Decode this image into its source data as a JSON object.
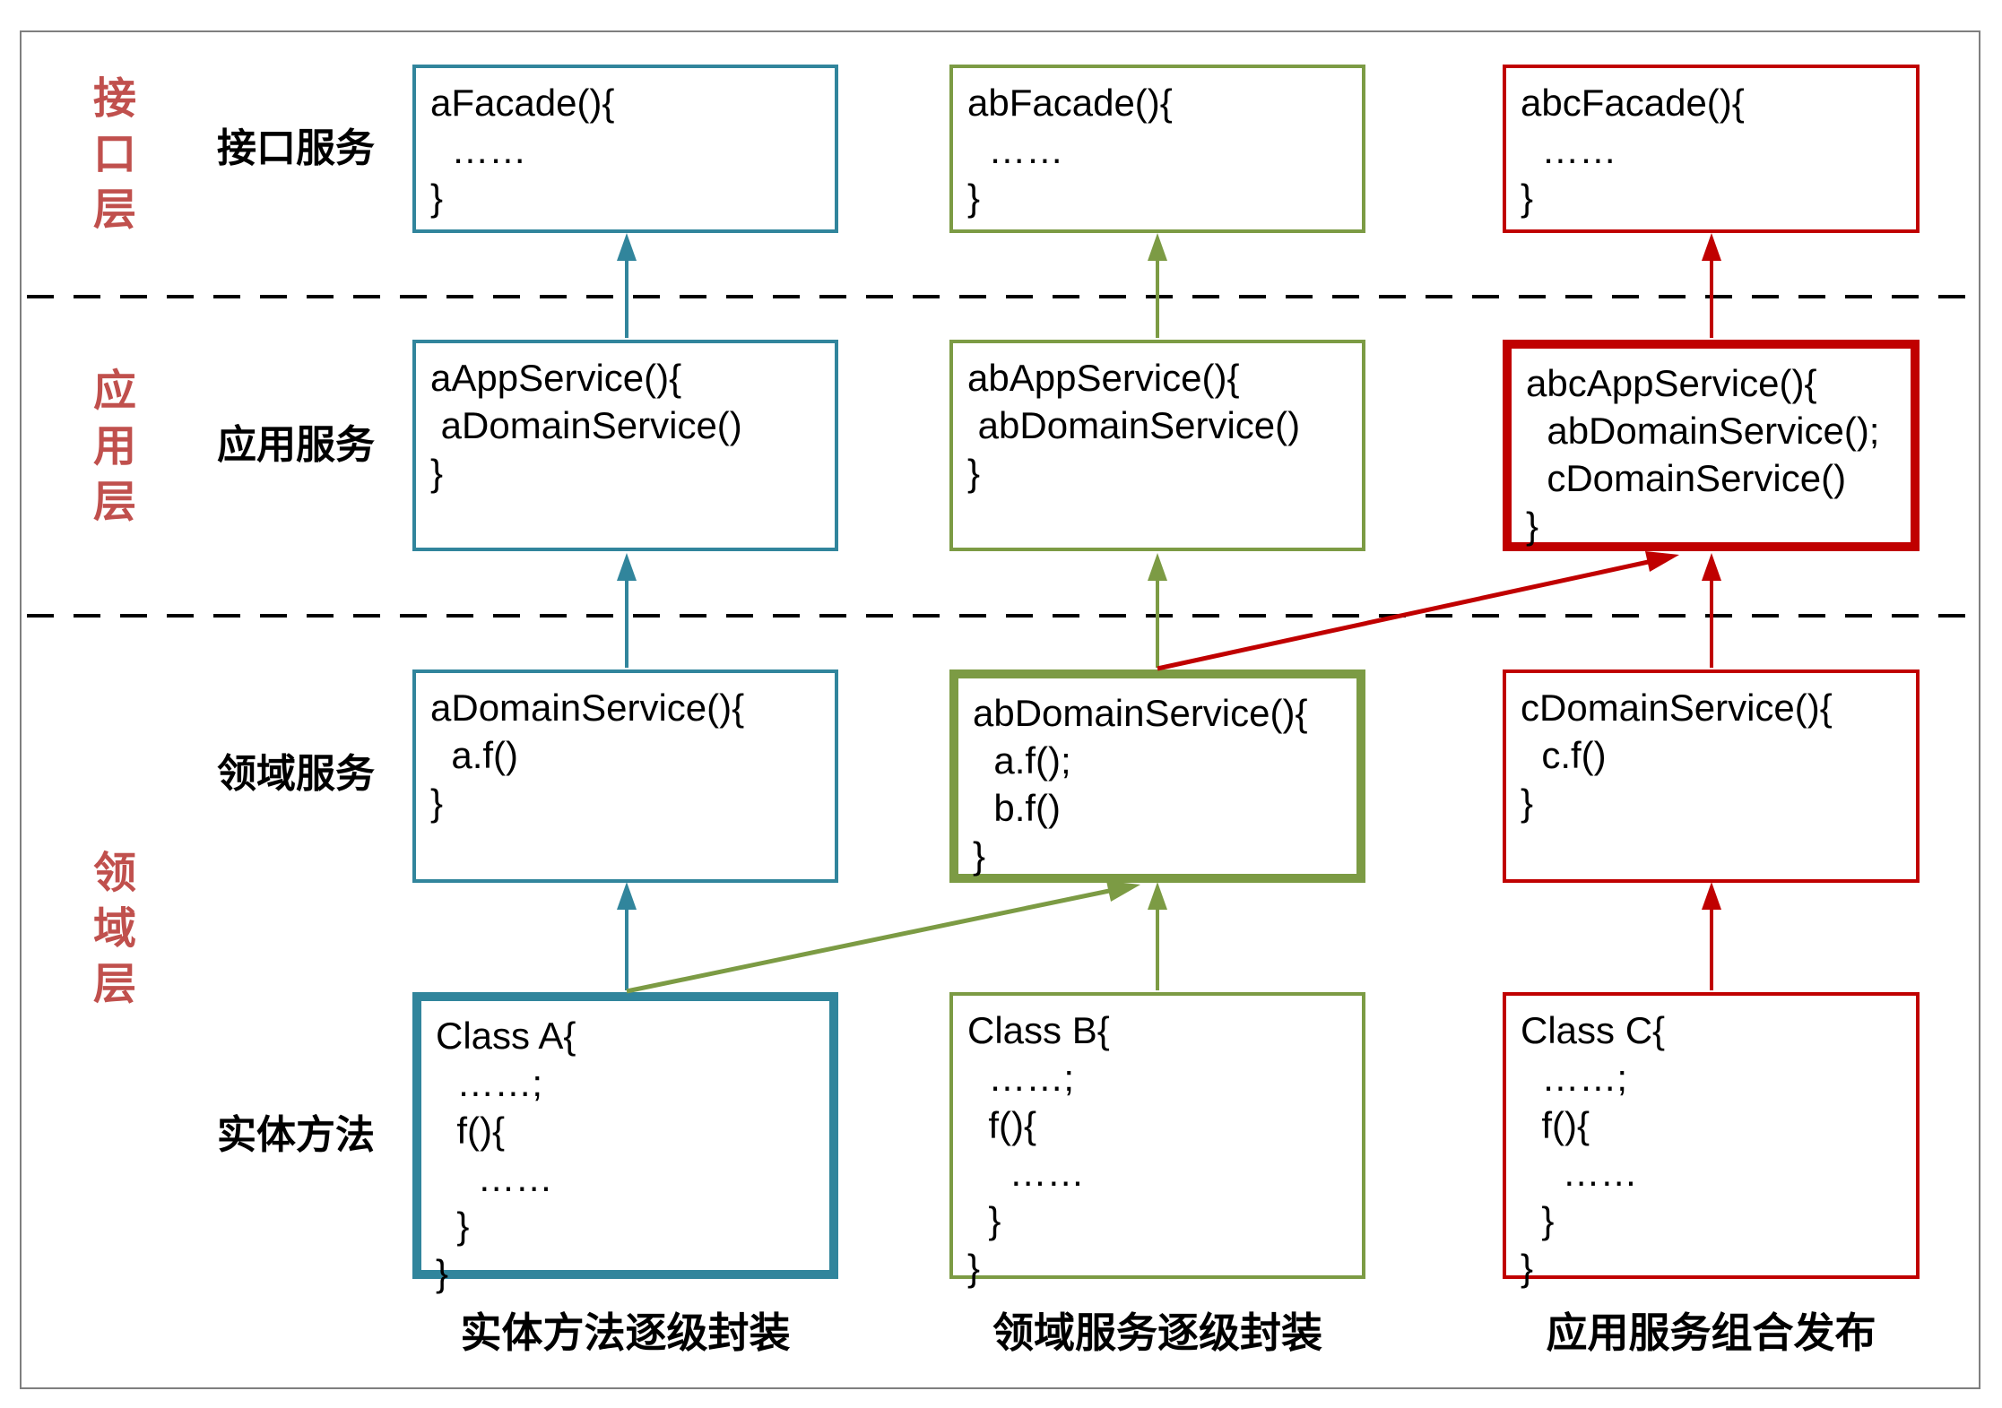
{
  "colors": {
    "teal": "#31859c",
    "green": "#7c9b44",
    "red": "#c00000",
    "layer_label": "#c0504d",
    "text": "#000000",
    "border_gray": "#7f7f7f",
    "background": "#ffffff"
  },
  "layers": [
    {
      "label": "接口层"
    },
    {
      "label": "应用层"
    },
    {
      "label": "领域层"
    }
  ],
  "row_labels": [
    {
      "label": "接口服务"
    },
    {
      "label": "应用服务"
    },
    {
      "label": "领域服务"
    },
    {
      "label": "实体方法"
    }
  ],
  "columns": [
    {
      "caption": "实体方法逐级封装",
      "accent_color": "#31859c",
      "boxes": [
        {
          "name": "aFacade",
          "code": "aFacade(){\n  ……\n}"
        },
        {
          "name": "aAppService",
          "code": "aAppService(){\n aDomainService()\n}"
        },
        {
          "name": "aDomainService",
          "code": "aDomainService(){\n  a.f()\n}"
        },
        {
          "name": "ClassA",
          "code": "Class A{\n  ……;\n  f(){\n    ……\n  }\n}"
        }
      ]
    },
    {
      "caption": "领域服务逐级封装",
      "accent_color": "#7c9b44",
      "boxes": [
        {
          "name": "abFacade",
          "code": "abFacade(){\n  ……\n}"
        },
        {
          "name": "abAppService",
          "code": "abAppService(){\n abDomainService()\n}"
        },
        {
          "name": "abDomainService",
          "code": "abDomainService(){\n  a.f();\n  b.f()\n}"
        },
        {
          "name": "ClassB",
          "code": "Class B{\n  ……;\n  f(){\n    ……\n  }\n}"
        }
      ]
    },
    {
      "caption": "应用服务组合发布",
      "accent_color": "#c00000",
      "boxes": [
        {
          "name": "abcFacade",
          "code": "abcFacade(){\n  ……\n}"
        },
        {
          "name": "abcAppService",
          "code": "abcAppService(){\n  abDomainService();\n  cDomainService()\n}"
        },
        {
          "name": "cDomainService",
          "code": "cDomainService(){\n  c.f()\n}"
        },
        {
          "name": "ClassC",
          "code": "Class C{\n  ……;\n  f(){\n    ……\n  }\n}"
        }
      ]
    }
  ],
  "arrows": [
    {
      "from": "aAppService",
      "to": "aFacade",
      "color": "teal"
    },
    {
      "from": "aDomainService",
      "to": "aAppService",
      "color": "teal"
    },
    {
      "from": "ClassA",
      "to": "aDomainService",
      "color": "teal"
    },
    {
      "from": "abAppService",
      "to": "abFacade",
      "color": "green"
    },
    {
      "from": "abDomainService",
      "to": "abAppService",
      "color": "green"
    },
    {
      "from": "ClassB",
      "to": "abDomainService",
      "color": "green"
    },
    {
      "from": "abcAppService",
      "to": "abcFacade",
      "color": "red"
    },
    {
      "from": "cDomainService",
      "to": "abcAppService",
      "color": "red"
    },
    {
      "from": "ClassC",
      "to": "cDomainService",
      "color": "red"
    },
    {
      "from": "ClassA",
      "to": "abDomainService",
      "color": "green"
    },
    {
      "from": "abDomainService",
      "to": "abcAppService",
      "color": "red"
    }
  ]
}
